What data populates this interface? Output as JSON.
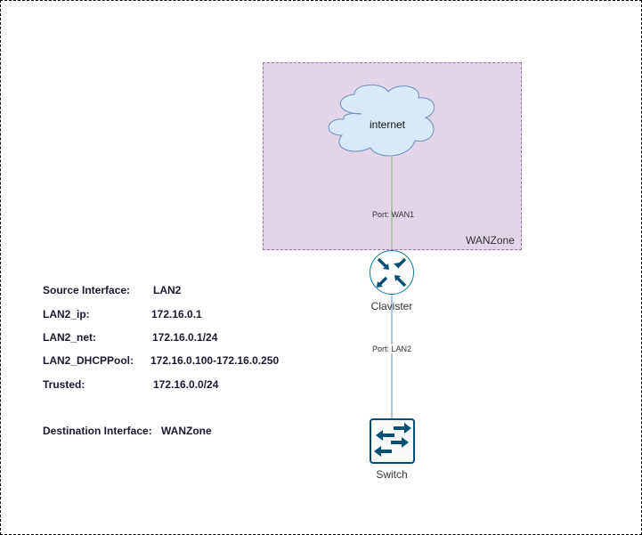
{
  "diagram": {
    "zone": {
      "label": "WANZone",
      "fill": "#e1d5e7",
      "stroke": "#9673a6"
    },
    "nodes": {
      "internet": {
        "label": "internet",
        "icon": "cloud-icon",
        "fill": "#dae8fc",
        "stroke": "#6c8ebf"
      },
      "router": {
        "label": "Clavister",
        "icon": "router-icon",
        "color": "#005073"
      },
      "switch": {
        "label": "Switch",
        "icon": "switch-icon",
        "color": "#005073"
      }
    },
    "edges": [
      {
        "from": "internet",
        "to": "router",
        "label": "Port: WAN1",
        "color": "#82b366"
      },
      {
        "from": "router",
        "to": "switch",
        "label": "Port: LAN2",
        "color": "#6c8ebf"
      }
    ]
  },
  "info": {
    "source": {
      "key": "Source Interface:",
      "value": "LAN2"
    },
    "rows": [
      {
        "key": "LAN2_ip:",
        "value": "172.16.0.1"
      },
      {
        "key": "LAN2_net:",
        "value": "172.16.0.1/24"
      },
      {
        "key": "LAN2_DHCPPool:",
        "value": "172.16.0.100-172.16.0.250"
      },
      {
        "key": "Trusted:",
        "value": "172.16.0.0/24"
      }
    ],
    "destination": {
      "key": "Destination Interface:",
      "value": "WANZone"
    }
  }
}
